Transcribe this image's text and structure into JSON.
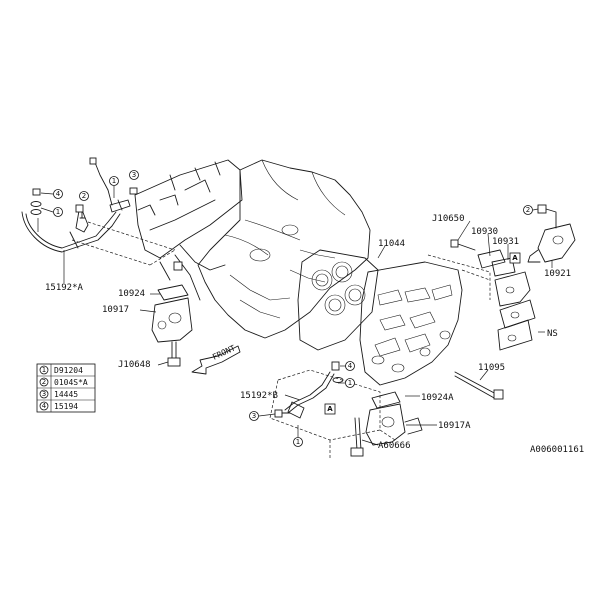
{
  "legend": [
    {
      "num": "1",
      "code": "D91204"
    },
    {
      "num": "2",
      "code": "0104S*A"
    },
    {
      "num": "3",
      "code": "14445"
    },
    {
      "num": "4",
      "code": "15194"
    }
  ],
  "labels": {
    "p15192a": "15192*A",
    "p10924": "10924",
    "p10917": "10917",
    "pJ10648": "J10648",
    "p11044": "11044",
    "pJ10650": "J10650",
    "p10930": "10930",
    "p10931": "10931",
    "p10921": "10921",
    "pNS": "NS",
    "p11095": "11095",
    "p10924a": "10924A",
    "p10917a": "10917A",
    "p15192b": "15192*B",
    "pA60666": "A60666",
    "front": "FRONT",
    "refA": "A",
    "drawing_id": "A006001161"
  },
  "callouts": {
    "c1": "1",
    "c2": "2",
    "c3": "3",
    "c4": "4"
  }
}
